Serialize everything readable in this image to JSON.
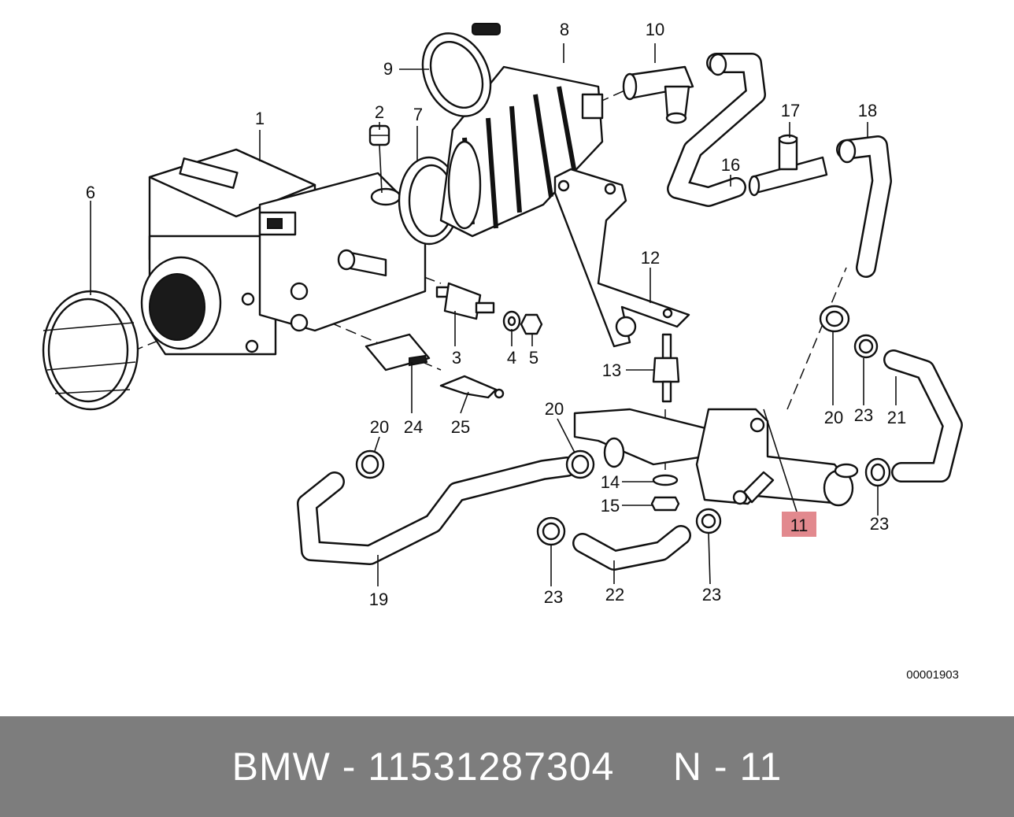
{
  "diagram": {
    "doc_number": "00001903",
    "highlight_color": "#e2898e",
    "callouts": [
      {
        "id": "c1",
        "text": "1"
      },
      {
        "id": "c2",
        "text": "2"
      },
      {
        "id": "c3",
        "text": "3"
      },
      {
        "id": "c4",
        "text": "4"
      },
      {
        "id": "c5",
        "text": "5"
      },
      {
        "id": "c6",
        "text": "6"
      },
      {
        "id": "c7",
        "text": "7"
      },
      {
        "id": "c8",
        "text": "8"
      },
      {
        "id": "c9",
        "text": "9"
      },
      {
        "id": "c10",
        "text": "10"
      },
      {
        "id": "c11",
        "text": "11"
      },
      {
        "id": "c12",
        "text": "12"
      },
      {
        "id": "c13",
        "text": "13"
      },
      {
        "id": "c14",
        "text": "14"
      },
      {
        "id": "c15",
        "text": "15"
      },
      {
        "id": "c16",
        "text": "16"
      },
      {
        "id": "c17",
        "text": "17"
      },
      {
        "id": "c18",
        "text": "18"
      },
      {
        "id": "c19",
        "text": "19"
      },
      {
        "id": "c20a",
        "text": "20"
      },
      {
        "id": "c20b",
        "text": "20"
      },
      {
        "id": "c20c",
        "text": "20"
      },
      {
        "id": "c21",
        "text": "21"
      },
      {
        "id": "c22",
        "text": "22"
      },
      {
        "id": "c23a",
        "text": "23"
      },
      {
        "id": "c23b",
        "text": "23"
      },
      {
        "id": "c23c",
        "text": "23"
      },
      {
        "id": "c23d",
        "text": "23"
      },
      {
        "id": "c24",
        "text": "24"
      },
      {
        "id": "c25",
        "text": "25"
      }
    ]
  },
  "footer": {
    "brand": "BMW",
    "part_number": "11531287304",
    "position": "N - 11",
    "background_color": "#7d7d7d"
  }
}
